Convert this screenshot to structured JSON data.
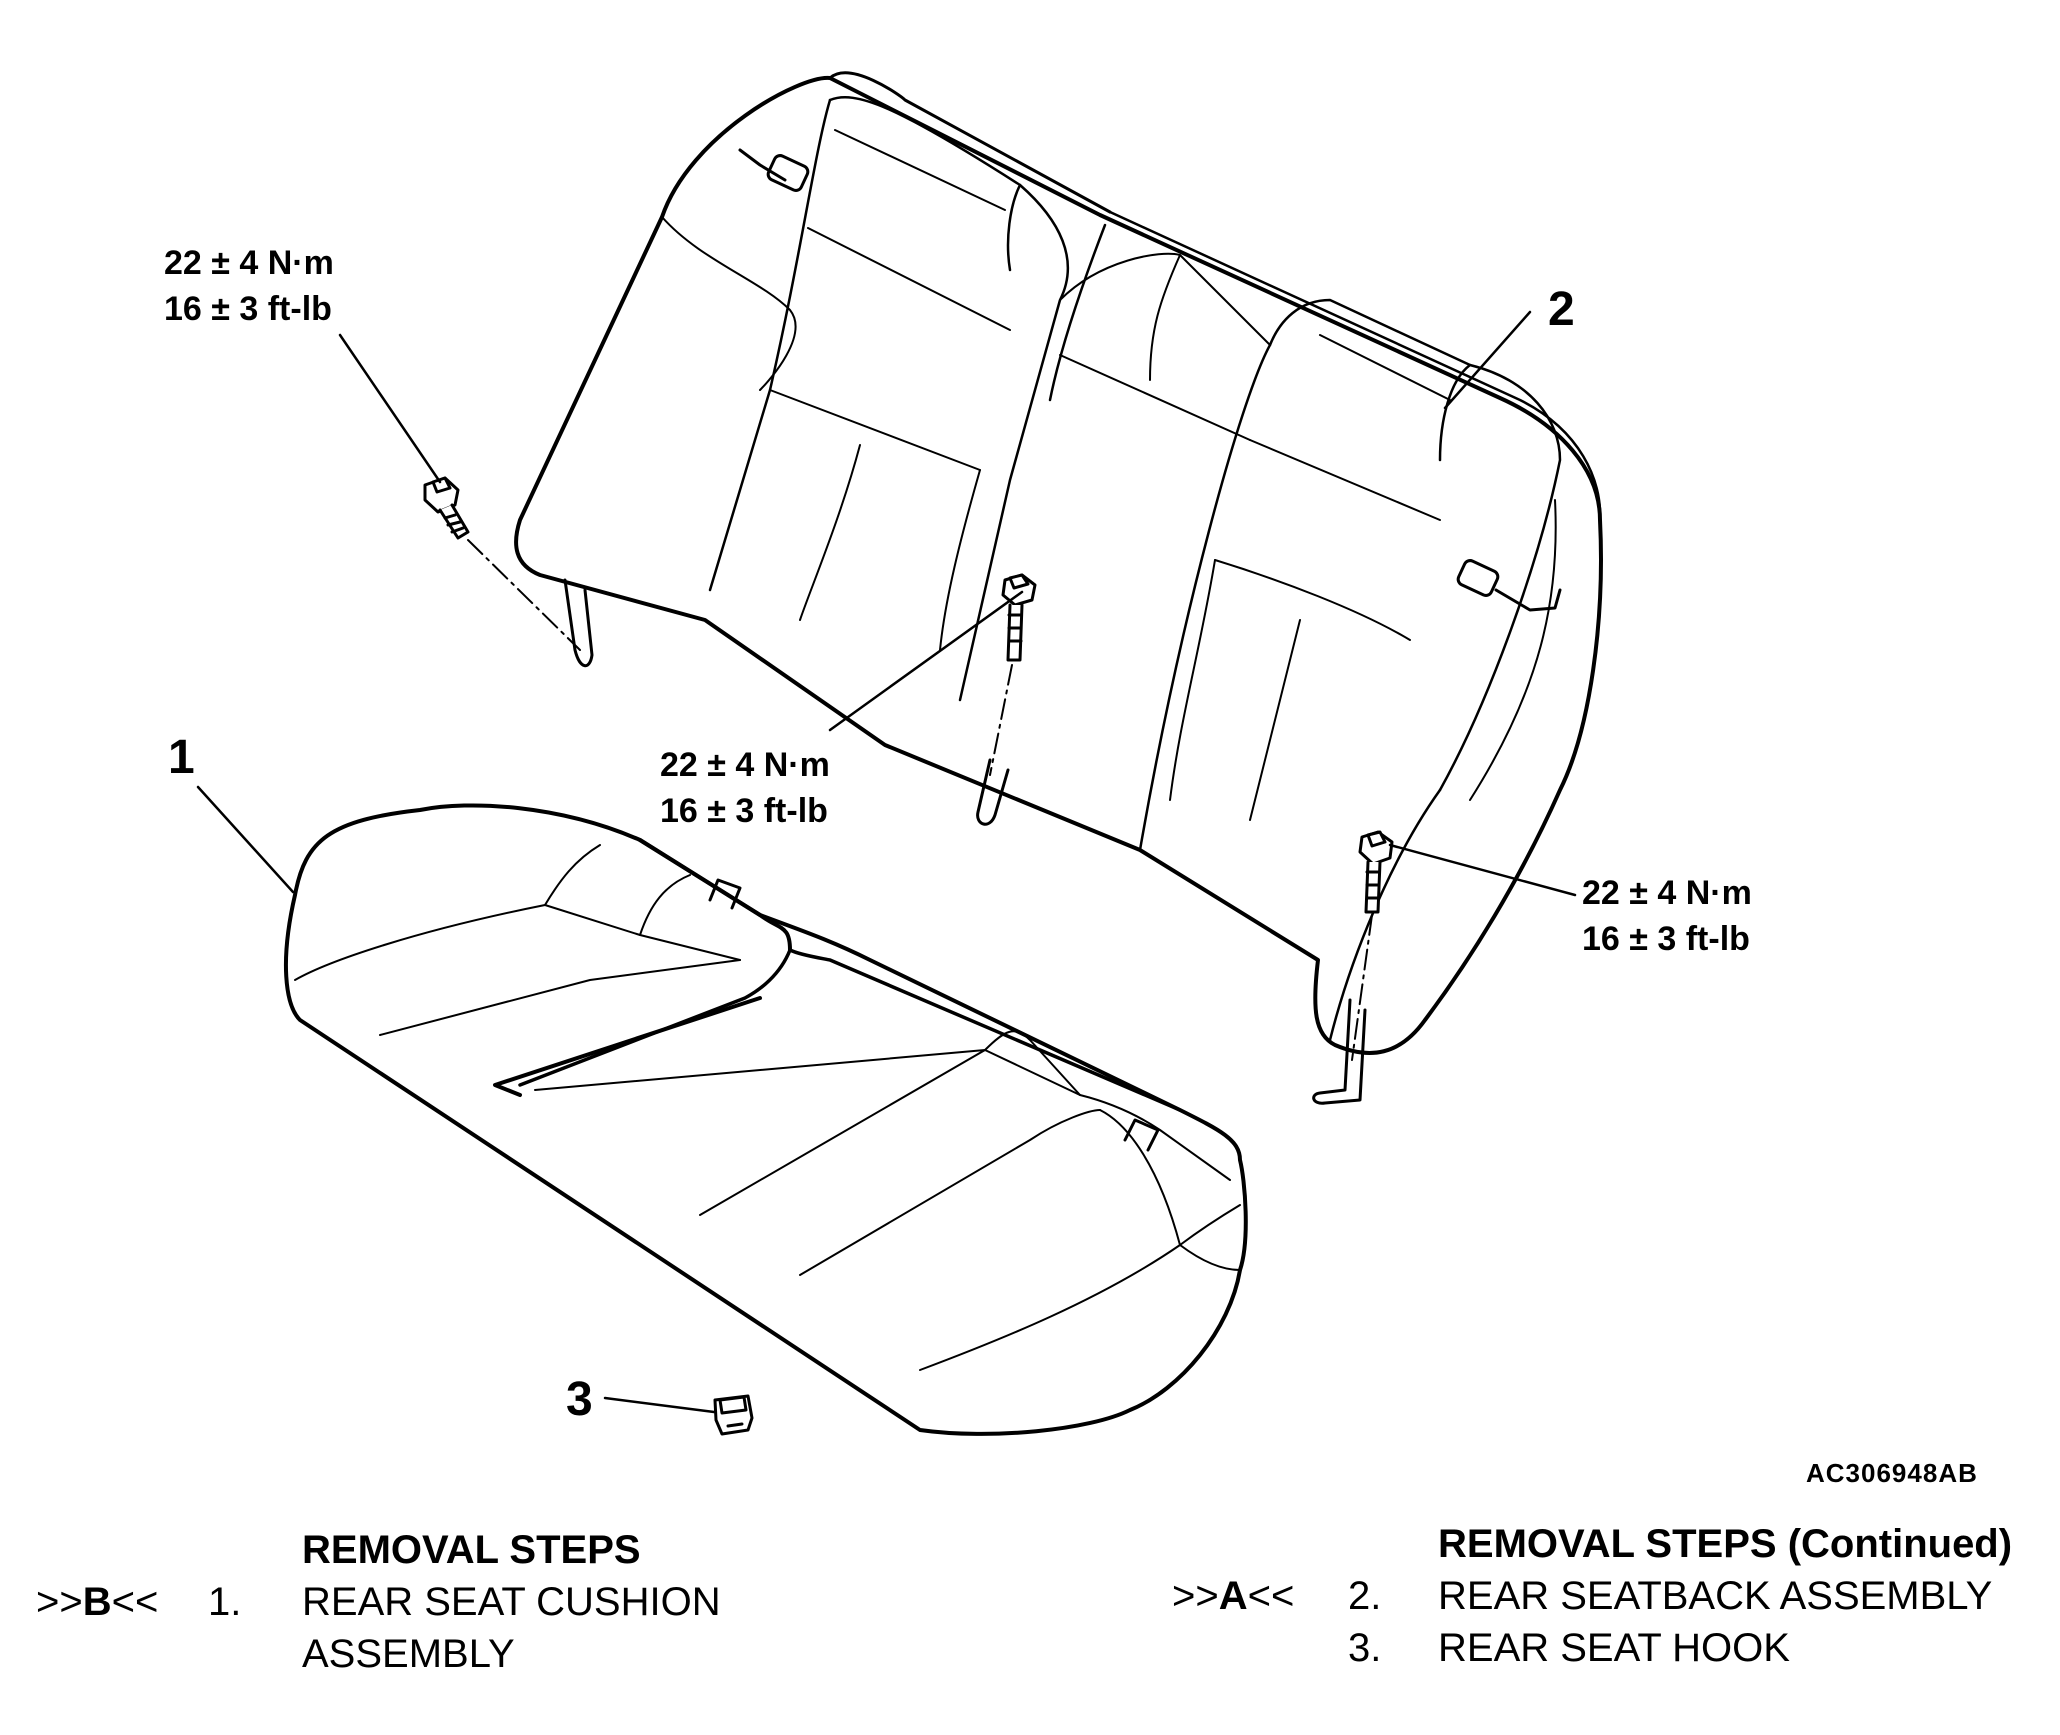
{
  "callouts": {
    "cushion": "1",
    "seatback": "2",
    "hook": "3"
  },
  "torque_specs": [
    {
      "nm": "22 ± 4 N·m",
      "ftlb": "16 ± 3 ft-lb"
    },
    {
      "nm": "22 ± 4 N·m",
      "ftlb": "16 ± 3 ft-lb"
    },
    {
      "nm": "22 ± 4 N·m",
      "ftlb": "16 ± 3 ft-lb"
    }
  ],
  "figure_code": "AC306948AB",
  "steps_left": {
    "heading": "REMOVAL STEPS",
    "items": [
      {
        "code_pre": ">>",
        "code_letter": "B",
        "code_post": "<<",
        "number": "1.",
        "text_line1": "REAR SEAT CUSHION",
        "text_line2": "ASSEMBLY"
      }
    ]
  },
  "steps_right": {
    "heading": "REMOVAL STEPS (Continued)",
    "items": [
      {
        "code_pre": ">>",
        "code_letter": "A",
        "code_post": "<<",
        "number": "2.",
        "text": "REAR SEATBACK ASSEMBLY"
      },
      {
        "code_pre": "",
        "code_letter": "",
        "code_post": "",
        "number": "3.",
        "text": "REAR SEAT HOOK"
      }
    ]
  }
}
